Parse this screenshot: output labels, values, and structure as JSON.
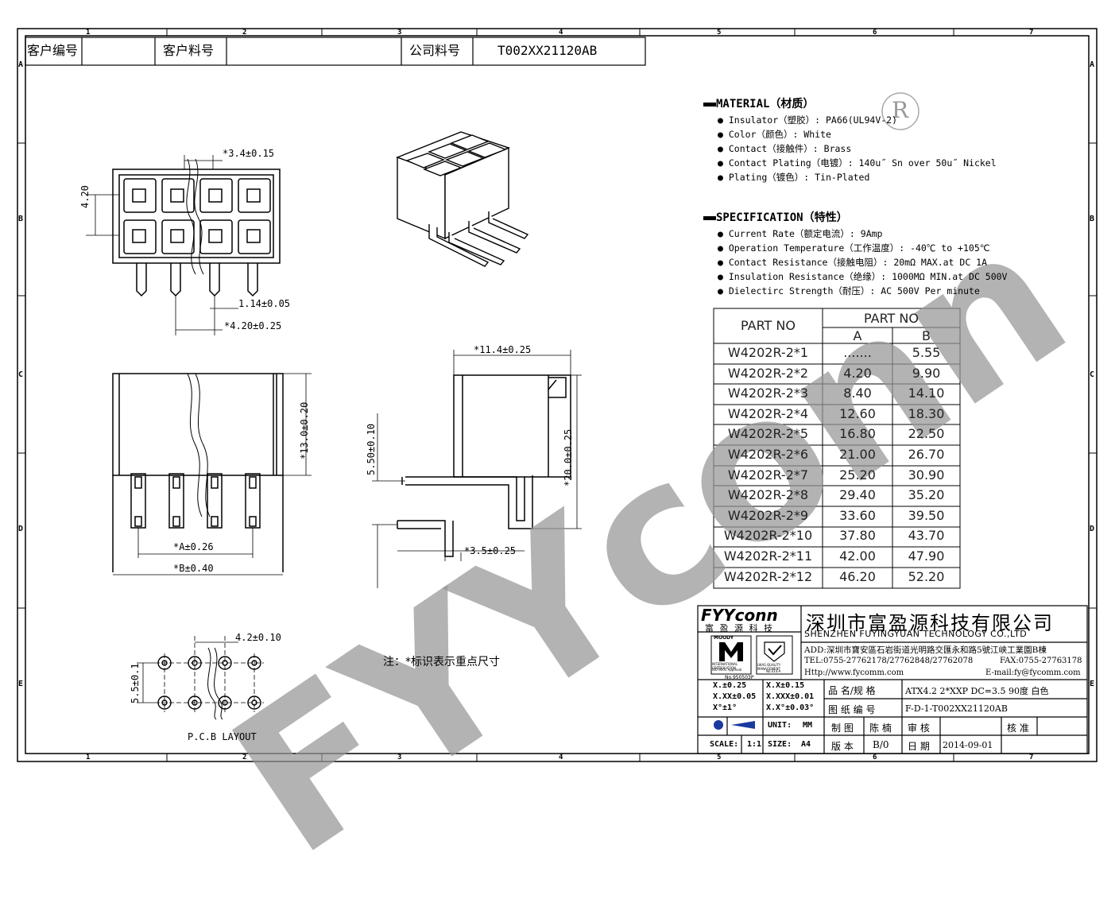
{
  "header": {
    "customer_no_label": "客户编号",
    "customer_part_label": "客户料号",
    "company_part_label": "公司料号",
    "company_part_value": "T002XX21120AB"
  },
  "grid": {
    "cols": [
      "1",
      "2",
      "3",
      "4",
      "5",
      "6",
      "7"
    ],
    "rows": [
      "A",
      "B",
      "C",
      "D",
      "E"
    ]
  },
  "watermark": "FYYconn",
  "material": {
    "title": "MATERIAL（材质）",
    "lines": [
      "● Insulator（塑胶）: PA66(UL94V-2)",
      "● Color（颜色）: White",
      "● Contact（接触件）: Brass",
      "● Contact Plating（电镀）: 140u˝ Sn  over 50u˝ Nickel",
      "● Plating（镀色）: Tin-Plated"
    ]
  },
  "specification": {
    "title": "SPECIFICATION（特性）",
    "lines": [
      "● Current Rate（额定电流）:  9Amp",
      "● Operation Temperature（工作温度）: -40℃ to +105℃",
      "● Contact Resistance（接触电阻）: 20mΩ MAX.at DC 1A",
      "● Insulation Resistance（绝缘）: 1000MΩ MIN.at DC 500V",
      "● Dielectirc Strength（耐压）: AC 500V Per minute"
    ]
  },
  "part_table": {
    "col_part": "PART NO",
    "col_group": "PART NO",
    "col_a": "A",
    "col_b": "B",
    "rows": [
      {
        "part": "W4202R-2*1",
        "a": ".......",
        "b": "5.55"
      },
      {
        "part": "W4202R-2*2",
        "a": "4.20",
        "b": "9.90"
      },
      {
        "part": "W4202R-2*3",
        "a": "8.40",
        "b": "14.10"
      },
      {
        "part": "W4202R-2*4",
        "a": "12.60",
        "b": "18.30"
      },
      {
        "part": "W4202R-2*5",
        "a": "16.80",
        "b": "22.50"
      },
      {
        "part": "W4202R-2*6",
        "a": "21.00",
        "b": "26.70"
      },
      {
        "part": "W4202R-2*7",
        "a": "25.20",
        "b": "30.90"
      },
      {
        "part": "W4202R-2*8",
        "a": "29.40",
        "b": "35.20"
      },
      {
        "part": "W4202R-2*9",
        "a": "33.60",
        "b": "39.50"
      },
      {
        "part": "W4202R-2*10",
        "a": "37.80",
        "b": "43.70"
      },
      {
        "part": "W4202R-2*11",
        "a": "42.00",
        "b": "47.90"
      },
      {
        "part": "W4202R-2*12",
        "a": "46.20",
        "b": "52.20"
      }
    ]
  },
  "dimensions": {
    "pitch_top": "*3.4±0.15",
    "row_pitch": "4.20",
    "pin_width": "1.14±0.05",
    "pin_pitch": "*4.20±0.25",
    "height_13": "*13.0±0.20",
    "dim_a": "*A±0.26",
    "dim_b": "*B±0.40",
    "side_width": "*11.4±0.25",
    "side_550": "5.50±0.10",
    "side_200": "*20.0±0.25",
    "side_35": "*3.5±0.25",
    "pcb_pitch": "4.2±0.10",
    "pcb_row": "5.5±0.1",
    "pcb_label": "P.C.B LAYOUT",
    "note": "注：*标识表示重点尺寸"
  },
  "company": {
    "logo": "FYYconn",
    "logo_cn": "富 盈 源 科 技",
    "name_cn": "深圳市富盈源科技有限公司",
    "name_en": "SHENZHEN FUYINGYUAN TECHNOLOGY CO.,LTD",
    "address": "ADD:深圳市寶安區石岩街道光明路交匯永和路5號江峡工業園B棟",
    "tel": "TEL:0755-27762178/27762848/27762078",
    "fax": "FAX:0755-27763178",
    "http": "Http://www.fycomm.com",
    "email": "E-mail:fy@fycomm.com",
    "cert_moody": "MOODY",
    "cert_intl": "INTERNATIONAL CERTIFICATION",
    "cert_iso": "ISO 9001 Approval",
    "cert_ukas": "UKAS QUALITY MANAGEMENT",
    "cert_ukas_no": "No.014-A",
    "cert_no": "No.950503P"
  },
  "tolerance": {
    "t1": "X.±0.25",
    "t2": "X.X±0.15",
    "t3": "X.XX±0.05",
    "t4": "X.XXX±0.01",
    "t5": "X°±1°",
    "t6": "X.X°±0.03°",
    "unit_label": "UNIT:",
    "unit_value": "MM",
    "scale_label": "SCALE:",
    "scale_value": "1:1",
    "size_label": "SIZE:",
    "size_value": "A4"
  },
  "title_block": {
    "name_label": "品 名/规 格",
    "name_value": "ATX4.2  2*XXP DC=3.5 90度 白色",
    "drawing_label": "图 纸 编 号",
    "drawing_value": "F-D-1-T002XX21120AB",
    "draw_label": "制 图",
    "draw_value": "陈 楠",
    "check_label": "审 核",
    "approve_label": "核 准",
    "version_label": "版 本",
    "version_value": "B/0",
    "date_label": "日 期",
    "date_value": "2014-09-01"
  }
}
